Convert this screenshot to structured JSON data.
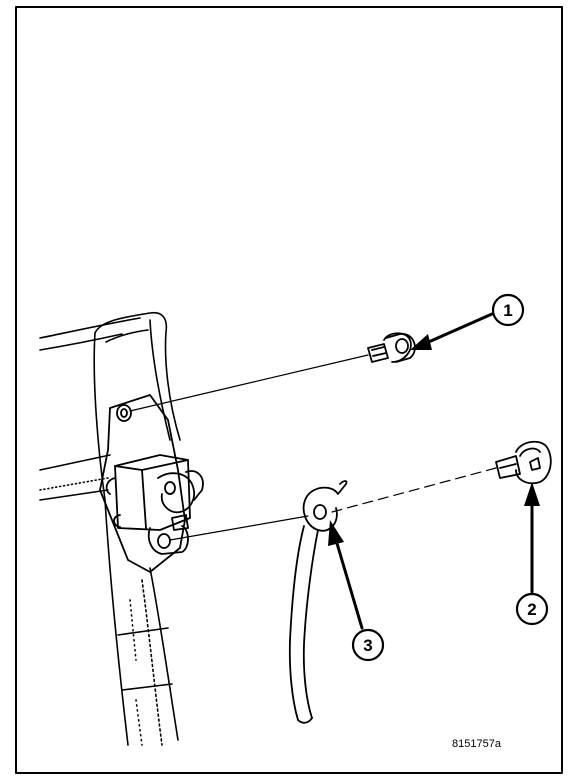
{
  "figure": {
    "id_label": "8151757a"
  },
  "callouts": [
    {
      "number": "1",
      "points_to": "latch-bolt"
    },
    {
      "number": "2",
      "points_to": "striker-shoulder-bolt"
    },
    {
      "number": "3",
      "points_to": "ground-strap-eyelet"
    }
  ],
  "colors": {
    "line": "#000000",
    "background": "#ffffff"
  }
}
